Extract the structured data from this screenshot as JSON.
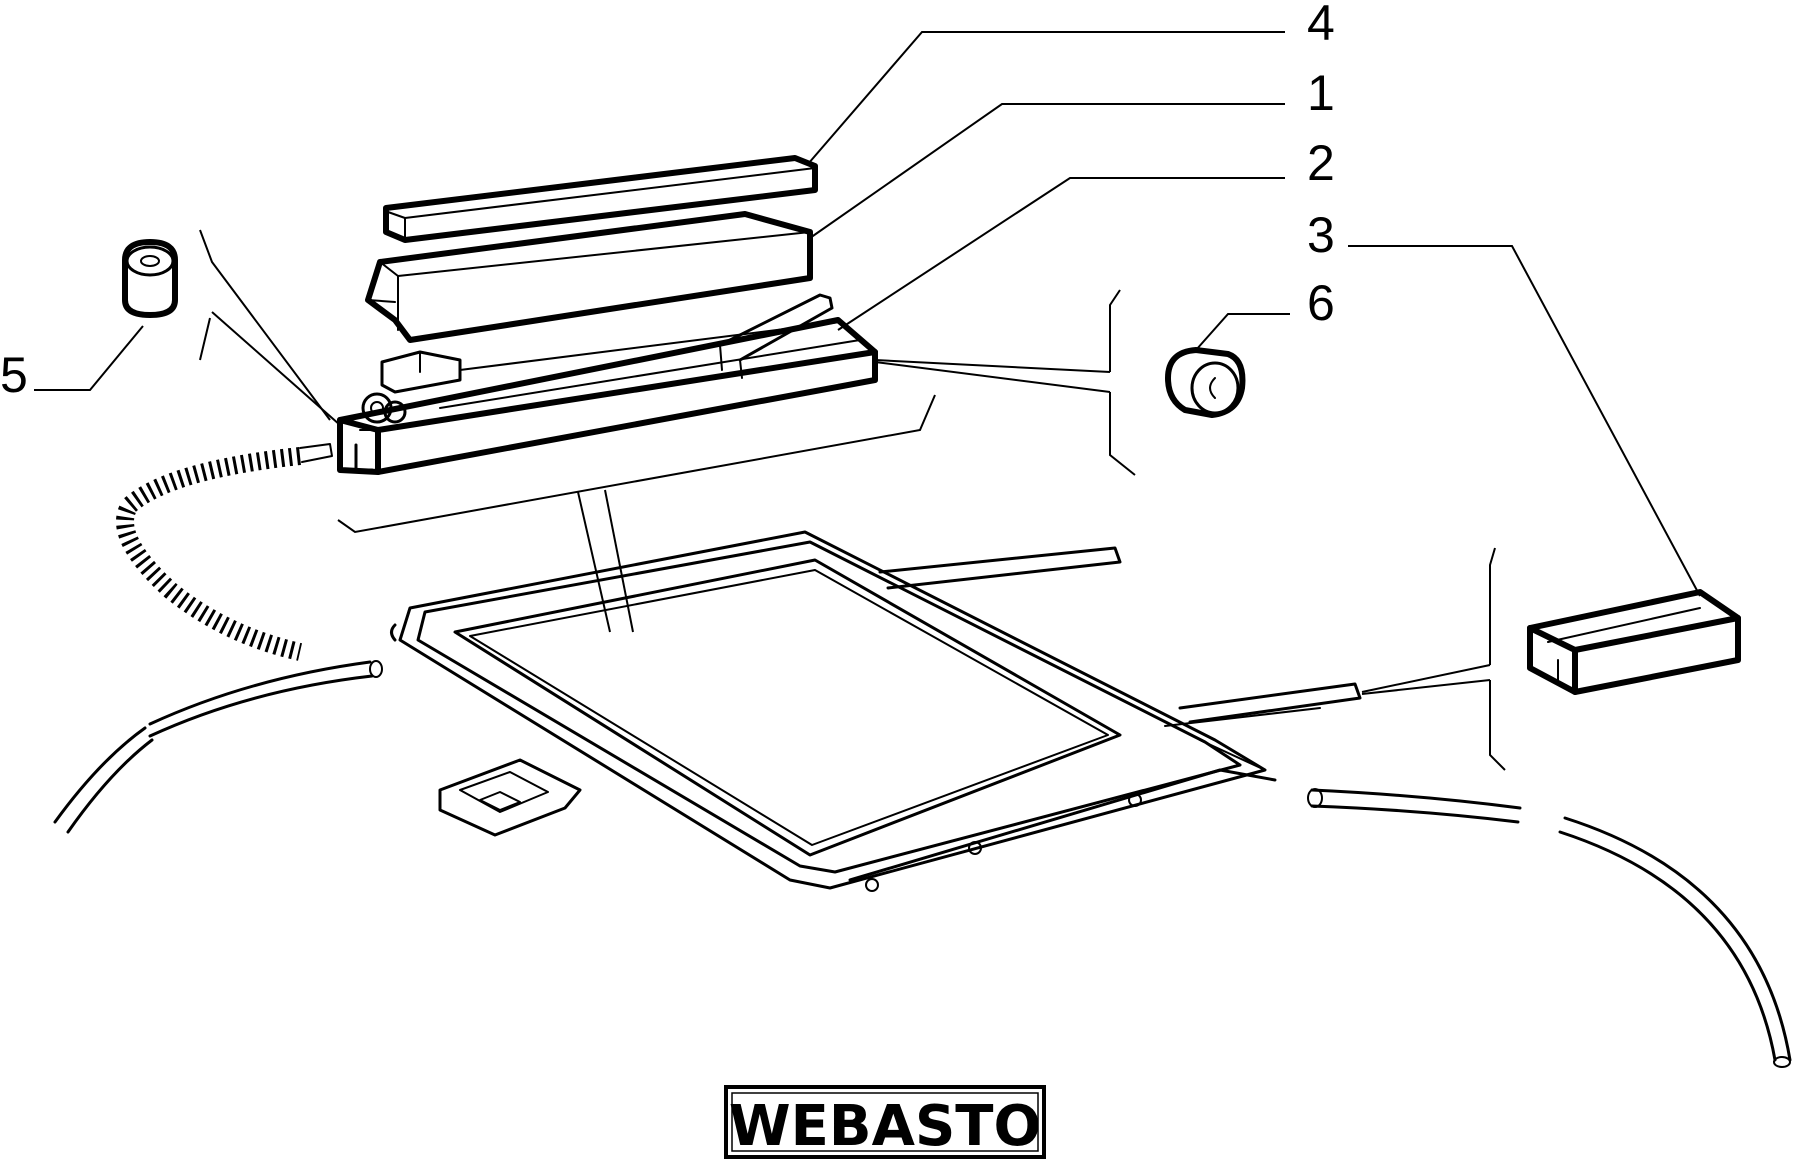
{
  "diagram": {
    "callouts": [
      {
        "id": "4",
        "label": "4"
      },
      {
        "id": "1",
        "label": "1"
      },
      {
        "id": "2",
        "label": "2"
      },
      {
        "id": "3",
        "label": "3"
      },
      {
        "id": "6",
        "label": "6"
      },
      {
        "id": "5",
        "label": "5"
      }
    ],
    "brand_label": "WEBASTO",
    "colors": {
      "ink": "#000000",
      "paper": "#ffffff"
    }
  }
}
